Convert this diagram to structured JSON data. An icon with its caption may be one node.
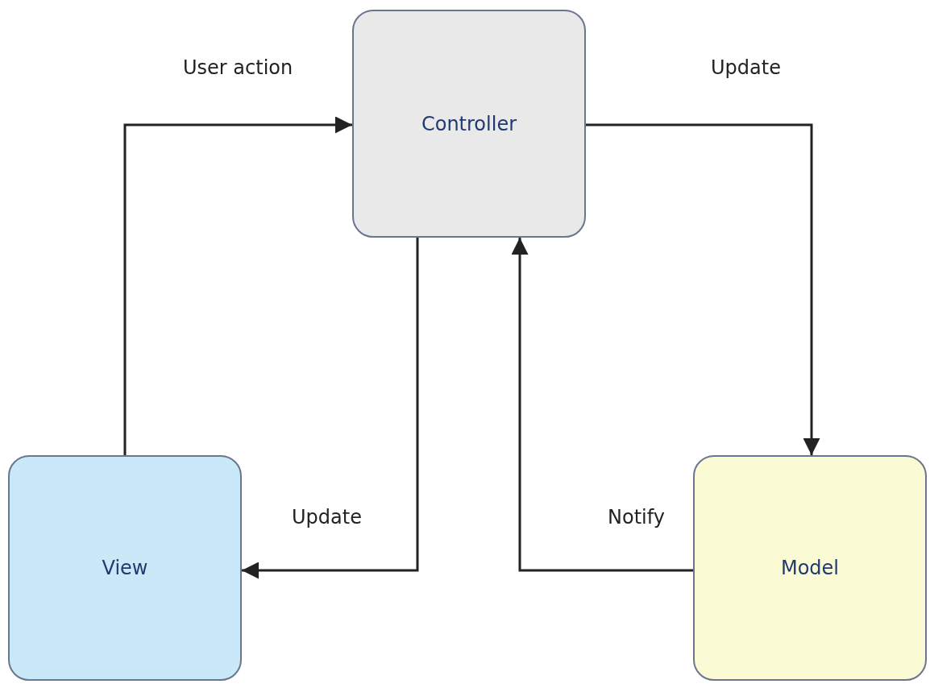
{
  "diagram": {
    "nodes": [
      {
        "text": [
          "Controller"
        ]
      },
      {
        "text": [
          "View"
        ]
      },
      {
        "text": [
          "Model"
        ]
      }
    ],
    "edges": [
      {
        "from": 1,
        "to": 0,
        "arrow": "to",
        "label": "User action"
      },
      {
        "from": 0,
        "to": 2,
        "arrow": "to",
        "label": "Update"
      },
      {
        "from": 0,
        "to": 1,
        "arrow": "to",
        "label": "Update"
      },
      {
        "from": 2,
        "to": 0,
        "arrow": "to",
        "label": "Notify"
      }
    ]
  }
}
